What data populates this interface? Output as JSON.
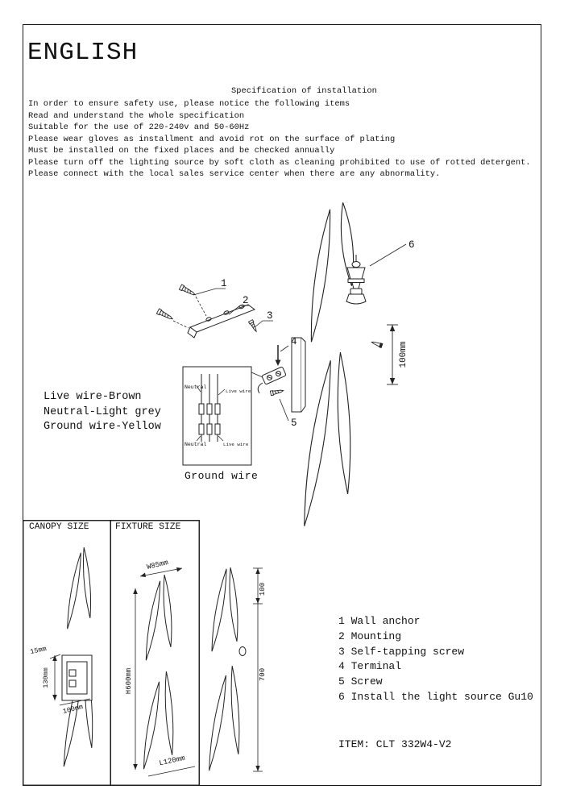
{
  "doc": {
    "language_title": "ENGLISH",
    "spec_title": "Specification of installation",
    "instructions": [
      "In order to ensure safety use, please notice the following items",
      "Read and understand the whole specification",
      "Suitable for the use of 220-240v and 50-60Hz",
      "Please wear gloves as installment and avoid rot on the surface of plating",
      "Must be installed on the fixed places and be checked annually",
      "Please turn off the lighting source by soft cloth as cleaning prohibited to use of rotted detergent.",
      "Please connect with the local sales service center when there are any abnormality."
    ]
  },
  "install_diagram": {
    "callouts": [
      "1",
      "2",
      "3",
      "4",
      "5",
      "6"
    ],
    "dim_100mm": "100mm",
    "wire_color_legend": [
      "Live wire-Brown",
      "Neutral-Light grey",
      "Ground wire-Yellow"
    ],
    "wiring_box": {
      "top_left_label": "Neutral",
      "top_right_label": "Live wire",
      "bottom_left_label": "Neutral",
      "bottom_right_label": "Live wire",
      "caption": "Ground wire"
    }
  },
  "canopy_box": {
    "title": "CANOPY SIZE",
    "dim_depth": "15mm",
    "dim_height": "130mm",
    "dim_width": "100mm"
  },
  "fixture_box": {
    "title": "FIXTURE SIZE",
    "dim_width": "W85mm",
    "dim_height": "H600mm",
    "dim_length": "L120mm"
  },
  "side_view": {
    "dim_top": "100",
    "dim_total": "700"
  },
  "parts_list": {
    "items": [
      "1 Wall anchor",
      "2 Mounting",
      "3 Self-tapping screw",
      "4 Terminal",
      "5 Screw",
      "6 Install the light source Gu10"
    ]
  },
  "item_code": "ITEM: CLT 332W4-V2"
}
